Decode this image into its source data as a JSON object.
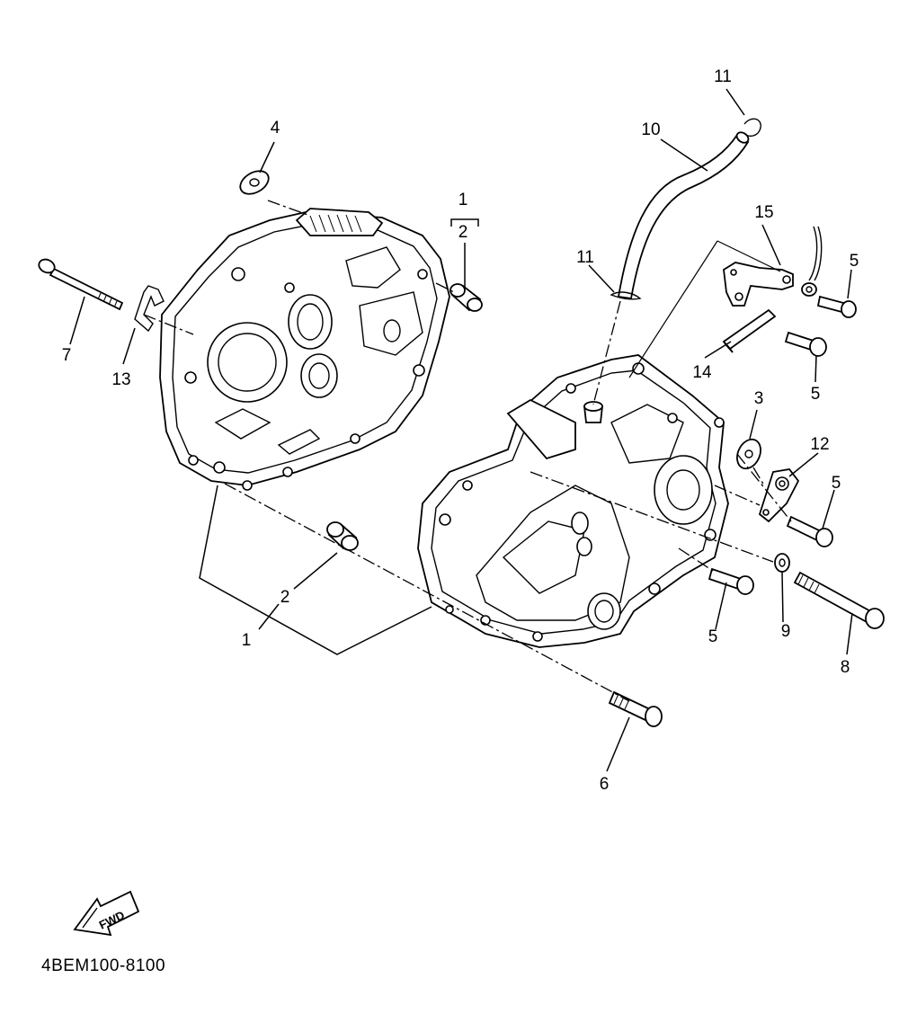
{
  "diagram_code": "4BEM100-8100",
  "fwd_label": "FWD",
  "callouts": {
    "c1_top": "1",
    "c2_top": "2",
    "c1_bottom": "1",
    "c2_bottom": "2",
    "c3": "3",
    "c4": "4",
    "c5_a": "5",
    "c5_b": "5",
    "c5_c": "5",
    "c5_d": "5",
    "c6": "6",
    "c7": "7",
    "c8": "8",
    "c9": "9",
    "c10": "10",
    "c11_a": "11",
    "c11_b": "11",
    "c12": "12",
    "c13": "13",
    "c14": "14",
    "c15": "15"
  }
}
